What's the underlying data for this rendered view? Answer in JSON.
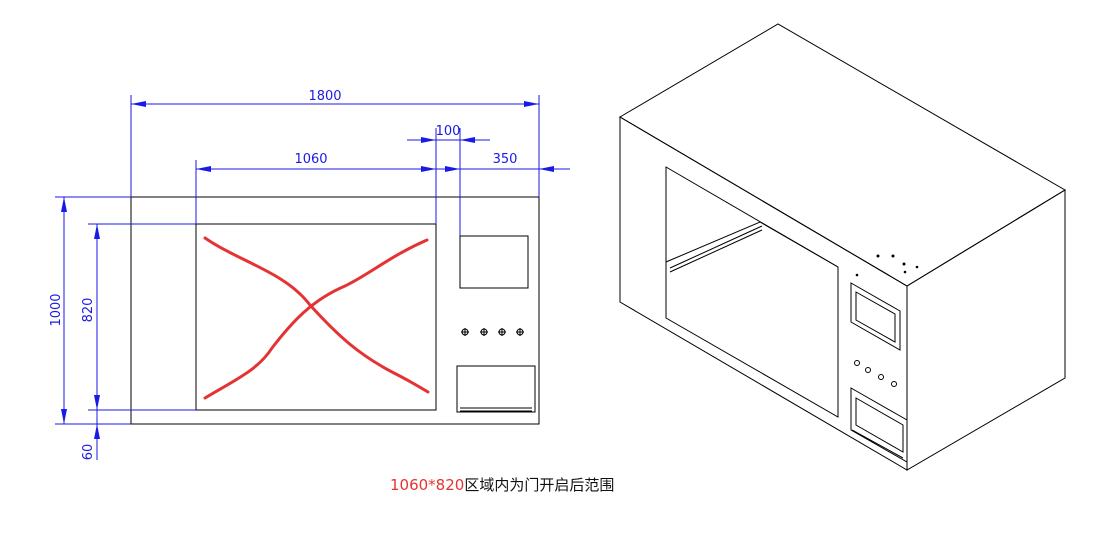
{
  "colors": {
    "dimension": "#1a1ae6",
    "outline": "#000000",
    "mark": "#e53333",
    "caption_highlight": "#e53333"
  },
  "dimensions": {
    "total_width": "1800",
    "door_width": "1060",
    "gap": "100",
    "right_section": "350",
    "total_height": "1000",
    "door_height": "820",
    "bottom": "60"
  },
  "caption": {
    "highlight": "1060*820",
    "text": "区域内为门开启后范围"
  }
}
